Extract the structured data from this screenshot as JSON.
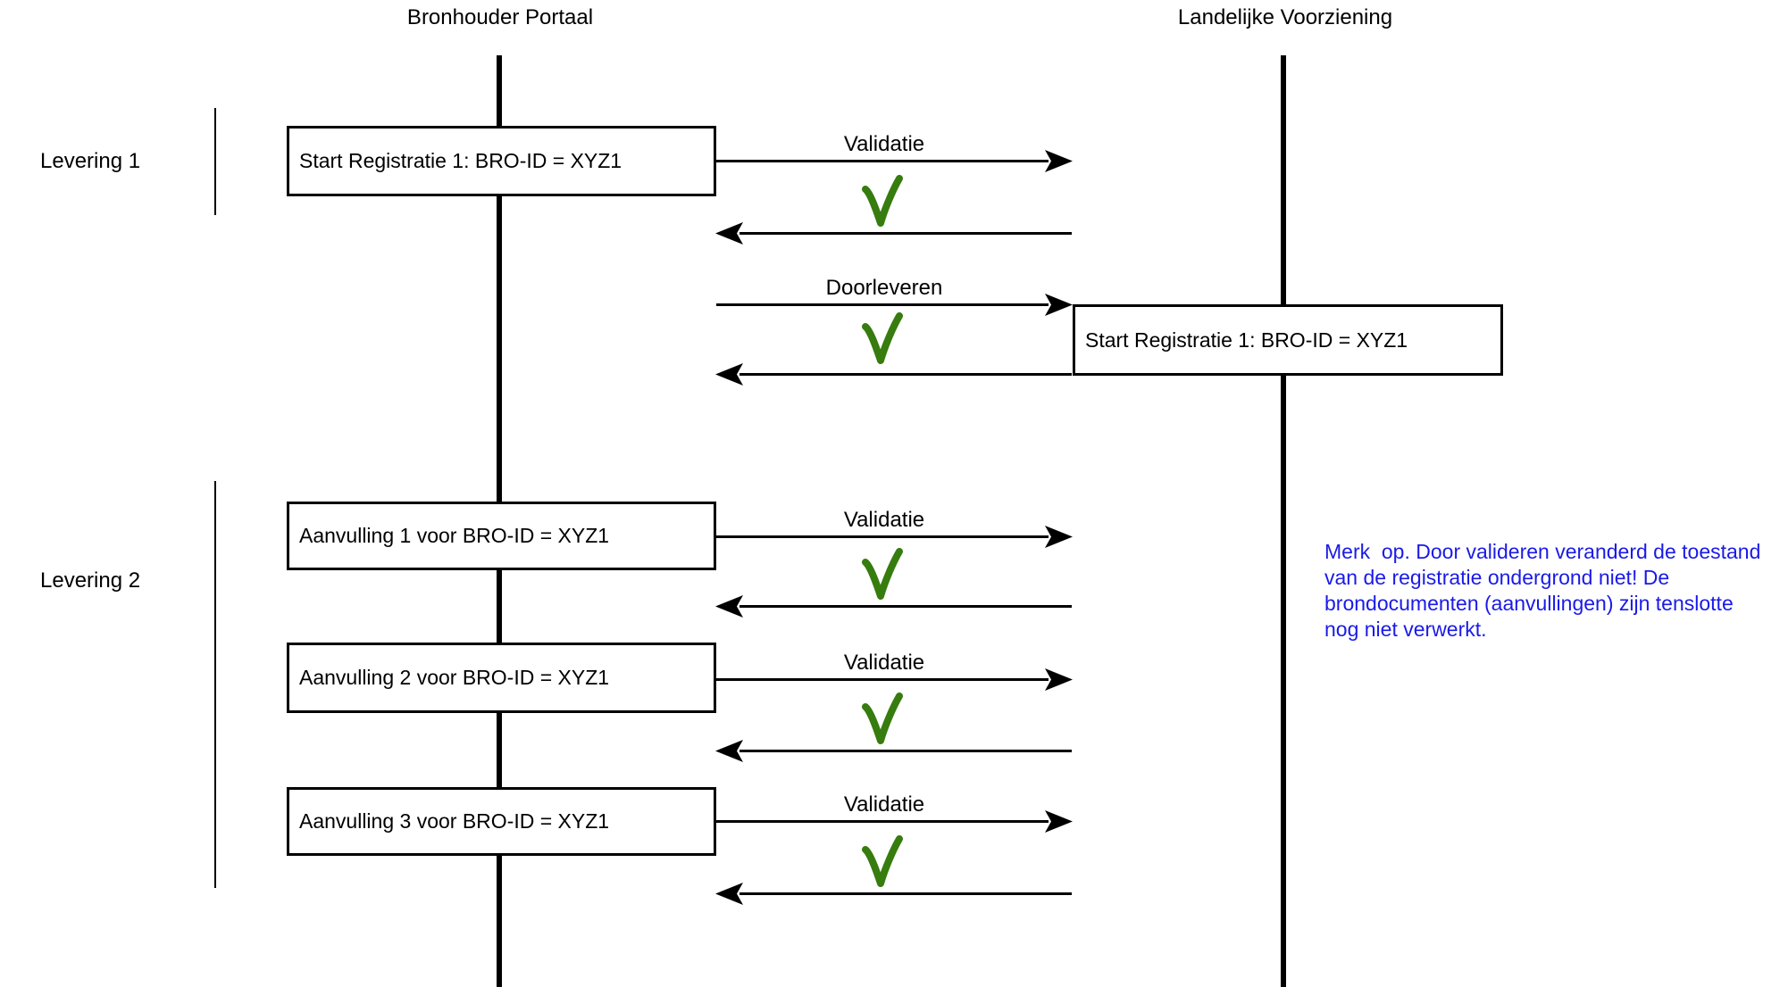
{
  "lanes": {
    "left": "Bronhouder Portaal",
    "right": "Landelijke Voorziening"
  },
  "groups": {
    "g1": "Levering 1",
    "g2": "Levering 2"
  },
  "boxes": {
    "start_registratie_bronhouder": "Start Registratie 1: BRO-ID = XYZ1",
    "start_registratie_lv": "Start Registratie 1: BRO-ID = XYZ1",
    "aanvulling1": "Aanvulling 1 voor BRO-ID = XYZ1",
    "aanvulling2": "Aanvulling 2 voor BRO-ID = XYZ1",
    "aanvulling3": "Aanvulling 3 voor BRO-ID = XYZ1"
  },
  "messages": {
    "validatie1": "Validatie",
    "doorleveren": "Doorleveren",
    "validatie2": "Validatie",
    "validatie3": "Validatie",
    "validatie4": "Validatie"
  },
  "note": {
    "text": "Merk  op. Door valideren veranderd de toestand\nvan de registratie ondergrond niet! De\nbrondocumenten (aanvullingen) zijn tenslotte\nnog niet verwerkt."
  },
  "icons": {
    "check": "validation-success-check"
  },
  "colors": {
    "line_black": "#000000",
    "check_green": "#367c0e",
    "note_blue": "#1a1ae8",
    "background": "#ffffff"
  }
}
